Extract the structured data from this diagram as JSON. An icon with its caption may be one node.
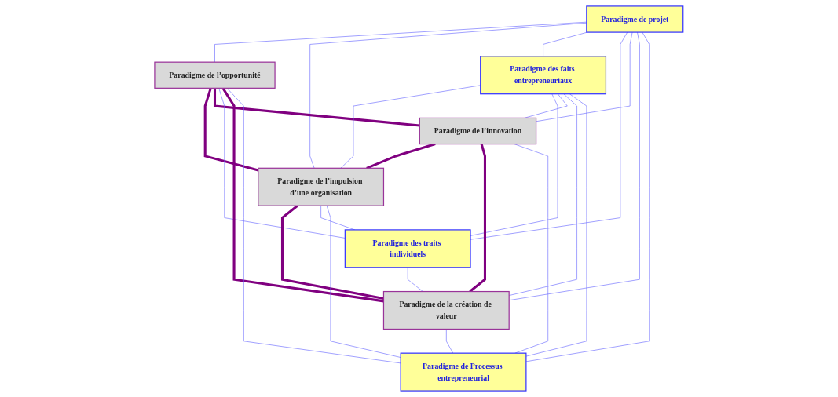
{
  "diagram": {
    "nodes": [
      {
        "text": [
          "Paradigme de projet"
        ]
      },
      {
        "text": [
          "Paradigme de l’opportunité"
        ]
      },
      {
        "text": [
          "Paradigme de l’impulsion d’une organisation"
        ]
      },
      {
        "text": [
          "Paradigme des faits entrepreneuriaux"
        ]
      },
      {
        "text": [
          "Paradigme des traits individuels"
        ]
      },
      {
        "text": [
          "Paradigme de l’innovation"
        ]
      },
      {
        "text": [
          "Paradigme de la création de valeur"
        ]
      },
      {
        "text": [
          "Paradigme de Processus entrepreneurial"
        ]
      }
    ],
    "edges": [
      {
        "from": 0,
        "to": 1,
        "arrow": "none"
      },
      {
        "from": 0,
        "to": 2,
        "arrow": "none"
      },
      {
        "from": 0,
        "to": 3,
        "arrow": "none"
      },
      {
        "from": 0,
        "to": 4,
        "arrow": "none"
      },
      {
        "from": 0,
        "to": 5,
        "arrow": "none"
      },
      {
        "from": 0,
        "to": 6,
        "arrow": "none"
      },
      {
        "from": 0,
        "to": 7,
        "arrow": "none"
      },
      {
        "from": 1,
        "to": 2,
        "arrow": "none",
        "style": "thick",
        "color": "#800080"
      },
      {
        "from": 1,
        "to": 5,
        "arrow": "none",
        "style": "thick",
        "color": "#800080"
      },
      {
        "from": 1,
        "to": 4,
        "arrow": "none"
      },
      {
        "from": 1,
        "to": 6,
        "arrow": "none",
        "style": "thick",
        "color": "#800080"
      },
      {
        "from": 1,
        "to": 7,
        "arrow": "none"
      },
      {
        "from": 2,
        "to": 6,
        "arrow": "none",
        "style": "thick",
        "color": "#800080"
      },
      {
        "from": 2,
        "to": 4,
        "arrow": "none"
      },
      {
        "from": 3,
        "to": 2,
        "arrow": "none"
      },
      {
        "from": 2,
        "to": 7,
        "arrow": "none"
      },
      {
        "from": 5,
        "to": 2,
        "arrow": "none",
        "style": "thick",
        "color": "#800080"
      },
      {
        "from": 3,
        "to": 4,
        "arrow": "none"
      },
      {
        "from": 3,
        "to": 5,
        "arrow": "none"
      },
      {
        "from": 3,
        "to": 6,
        "arrow": "none"
      },
      {
        "from": 3,
        "to": 7,
        "arrow": "none"
      },
      {
        "from": 4,
        "to": 6,
        "arrow": "none"
      },
      {
        "from": 5,
        "to": 6,
        "arrow": "none",
        "style": "thick",
        "color": "#800080"
      },
      {
        "from": 5,
        "to": 7,
        "arrow": "none"
      },
      {
        "from": 6,
        "to": 7,
        "arrow": "none"
      }
    ]
  }
}
